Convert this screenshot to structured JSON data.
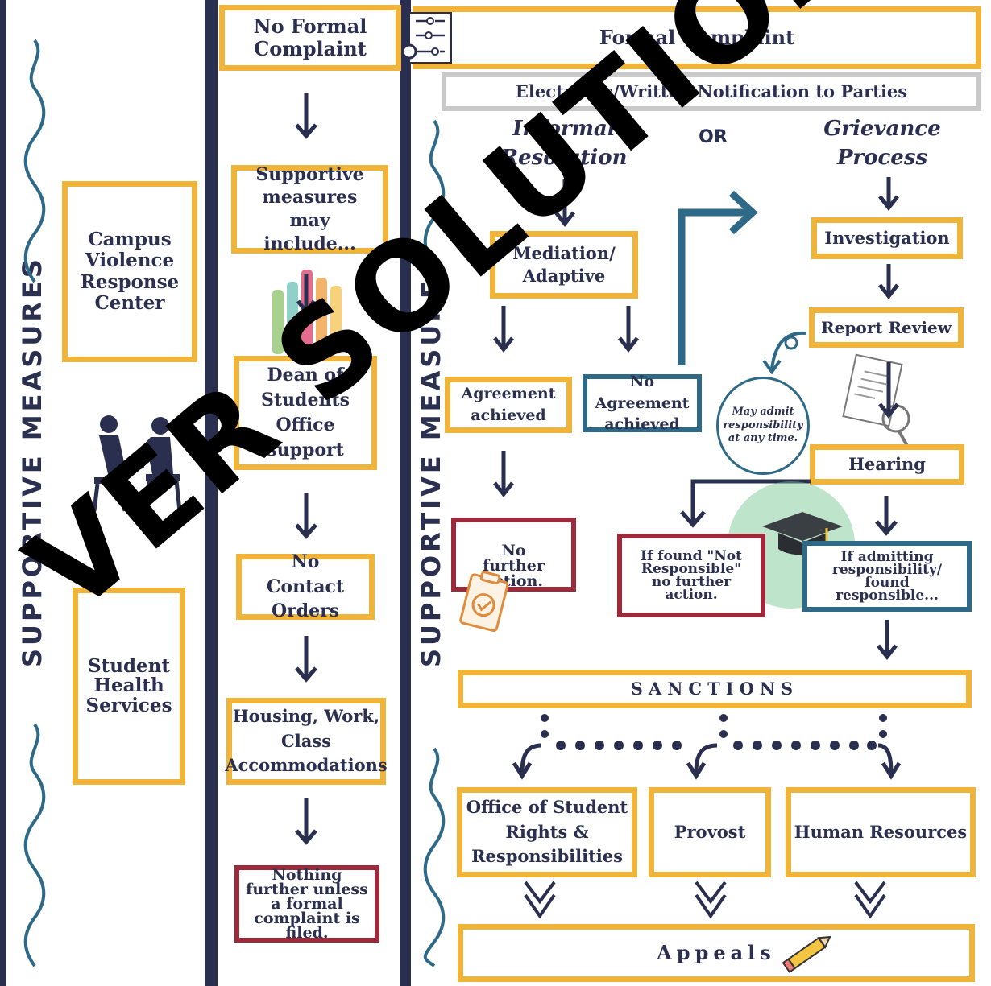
{
  "watermark": "VER SOLUTIONS",
  "colors": {
    "navy": "#2a2f4f",
    "gold": "#f0b43a",
    "teal": "#2e6a87",
    "maroon": "#9c2a3a",
    "gray": "#c9c9c9",
    "green": "#6ec48f"
  },
  "left_column": {
    "vertical_label": "SUPPORTIVE MEASURES",
    "boxes": [
      "Campus Violence Response Center",
      "Student Health Services"
    ],
    "illustration": "two-people-talking-icon"
  },
  "no_formal": {
    "title": "No Formal Complaint",
    "steps": [
      "Supportive measures may include...",
      "Dean of Students Office support",
      "No Contact Orders",
      "Housing, Work, Class Accommodations"
    ],
    "final": "Nothing further unless a formal complaint is filed."
  },
  "formal": {
    "title": "Formal Complaint",
    "vertical_label": "SUPPORTIVE MEASURES",
    "notification": "Electronic/Written Notification to Parties",
    "informal_label": "Informal Resolution",
    "or_label": "OR",
    "grievance_label": "Grievance Process",
    "mediation": "Mediation/ Adaptive",
    "agreement": "Agreement achieved",
    "no_agreement": "No Agreement achieved",
    "no_further": "No further action.",
    "investigation": "Investigation",
    "report_review": "Report Review",
    "admit_note": "May admit responsibility at any time.",
    "hearing": "Hearing",
    "not_responsible": "If found \"Not Responsible\" no further action.",
    "responsible": "If admitting responsibility/ found responsible...",
    "sanctions": "SANCTIONS",
    "offices": [
      "Office of Student Rights & Responsibilities",
      "Provost",
      "Human Resources"
    ],
    "appeals": "Appeals"
  }
}
